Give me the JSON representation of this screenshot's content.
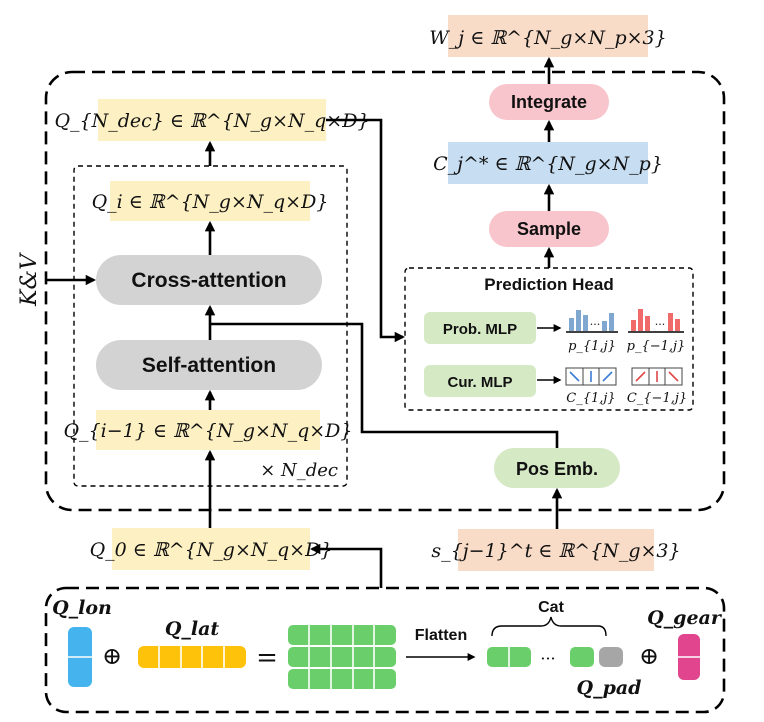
{
  "nodes": {
    "w_out": "W_j ∈ ℝ^{N_g×N_p×3}",
    "q_ndec": "Q_{N_dec} ∈ ℝ^{N_g×N_q×D}",
    "q_i": "Q_i ∈ ℝ^{N_g×N_q×D}",
    "q_im1": "Q_{i−1} ∈ ℝ^{N_g×N_q×D}",
    "q0": "Q_0 ∈ ℝ^{N_g×N_q×D}",
    "c_star": "C_j^* ∈ ℝ^{N_g×N_p}",
    "s_tj": "s_{j−1}^t ∈ ℝ^{N_g×3}",
    "cross_attention": "Cross-attention",
    "self_attention": "Self-attention",
    "integrate": "Integrate",
    "sample": "Sample",
    "prediction_head": "Prediction Head",
    "prob_mlp": "Prob. MLP",
    "cur_mlp": "Cur. MLP",
    "pos_emb": "Pos Emb.",
    "kv": "K&V",
    "x_ndec": "× N_dec",
    "p1j": "p_{1,j}",
    "pm1j": "p_{−1,j}",
    "c1j": "C_{1,j}",
    "cm1j": "C_{−1,j}",
    "q_lon": "Q_lon",
    "q_lat": "Q_lat",
    "q_gear": "Q_gear",
    "q_pad": "Q_pad",
    "flatten": "Flatten",
    "cat": "Cat",
    "ellipsis": "···",
    "oplus": "⊕",
    "equals": "="
  },
  "colors": {
    "yellow_box": "#FDF1C3",
    "peach_box": "#F8DCC8",
    "blue_box": "#C7DDF2",
    "pink_pill": "#F8C5CC",
    "gray_pill": "#D3D3D3",
    "green_pill": "#D5E9C5",
    "green_cell": "#6ACF6A",
    "orange_cell": "#FFC20A",
    "blue_cell": "#45B4EE",
    "magenta_cell": "#E0458E",
    "blue_bar": "#7FA7D0",
    "red_bar": "#F06A6A"
  }
}
